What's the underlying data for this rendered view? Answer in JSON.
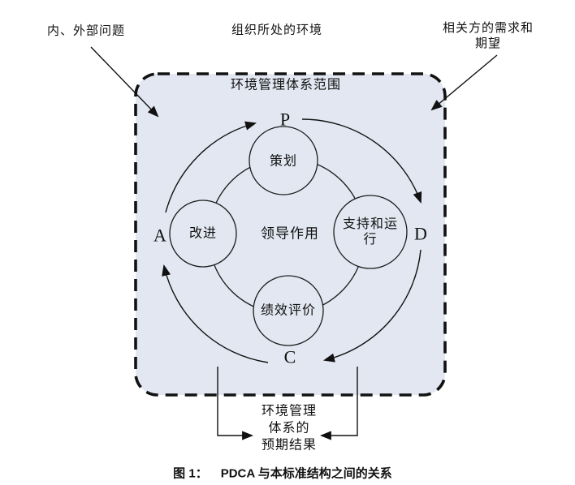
{
  "colors": {
    "box_fill": "#e2e7f1",
    "line": "#111111"
  },
  "annotations": {
    "internal_external_issues": "内、外部问题",
    "org_context": "组织所处的环境",
    "interested_parties_line1": "相关方的需求和",
    "interested_parties_line2": "期望",
    "scope_label": "环境管理体系范围"
  },
  "pdca": {
    "p": "P",
    "d": "D",
    "c": "C",
    "a": "A",
    "plan": "策划",
    "support_line1": "支持和运",
    "support_line2": "行",
    "evaluation": "绩效评价",
    "improvement": "改进",
    "leadership": "领导作用"
  },
  "outcomes": {
    "line1": "环境管理",
    "line2": "体系的",
    "line3": "预期结果"
  },
  "caption": {
    "prefix": "图 1：",
    "text": "PDCA 与本标准结构之间的关系"
  }
}
